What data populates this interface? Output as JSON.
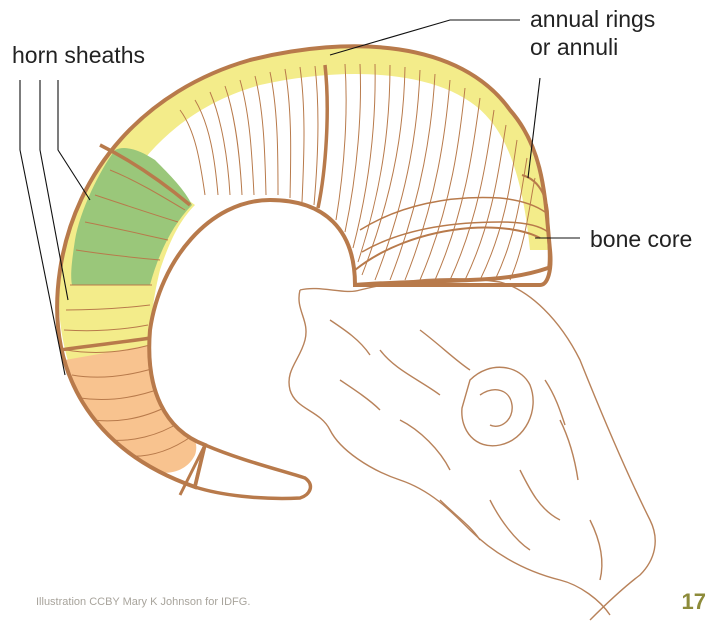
{
  "labels": {
    "horn_sheaths": "horn sheaths",
    "annual_rings_line1": "annual rings",
    "annual_rings_line2": "or annuli",
    "bone_core": "bone core"
  },
  "footer": {
    "credit": "Illustration CCBY Mary K Johnson for IDFG.",
    "page_number": "17"
  },
  "colors": {
    "horn_outline": "#b87a4b",
    "sheath_yellow": "#f3ec8a",
    "sheath_green": "#9ac77a",
    "sheath_orange": "#f8c38f",
    "skull_line": "#b8825a"
  }
}
